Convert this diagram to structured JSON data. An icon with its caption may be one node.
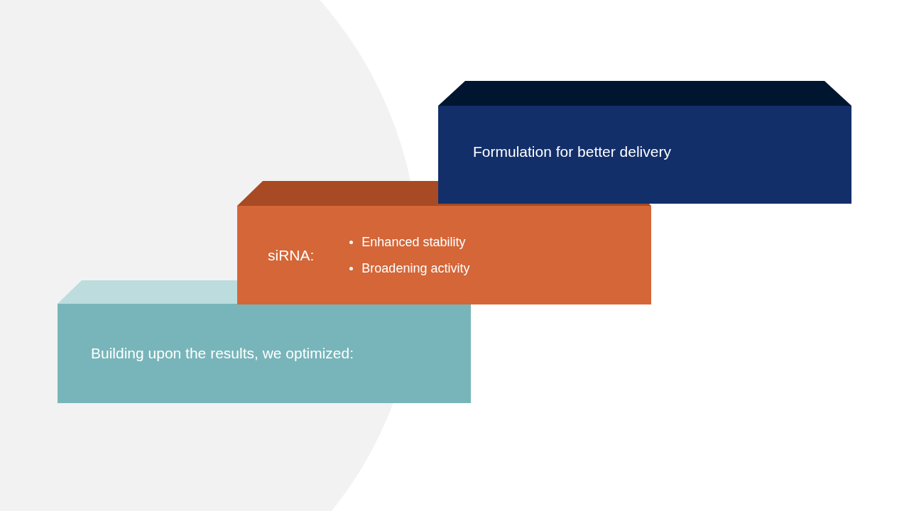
{
  "diagram": {
    "nodes": [
      {
        "text": [
          "Building upon the results, we optimized:"
        ]
      },
      {
        "text": [
          "siRNA:",
          "Enhanced stability",
          "Broadening activity"
        ]
      },
      {
        "text": [
          "Formulation for better delivery"
        ]
      }
    ]
  }
}
